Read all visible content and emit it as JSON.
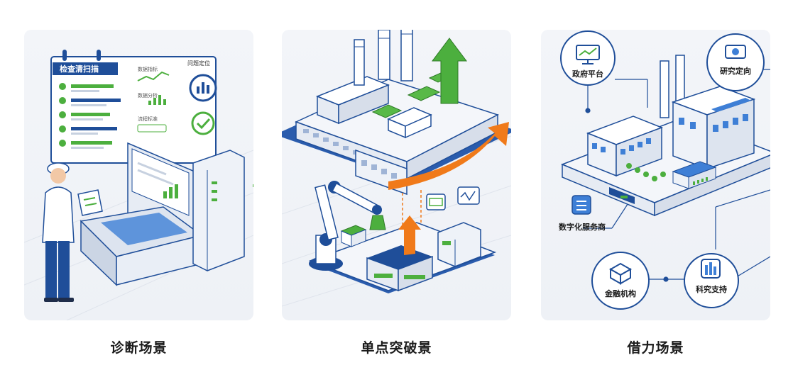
{
  "scenes": [
    {
      "caption": "诊断场景",
      "checklist_title": "检查清扫描",
      "metric_labels": [
        "数据指标",
        "数据分析",
        "流程标准"
      ],
      "locate_label": "问题定位"
    },
    {
      "caption": "单点突破景"
    },
    {
      "caption": "借力场景",
      "nodes": [
        "政府平台",
        "研究定向",
        "数字化服务商",
        "金融机构",
        "科究支持"
      ]
    }
  ],
  "colors": {
    "blue": "#1f4e99",
    "green": "#4caf3e",
    "orange": "#f07a1a"
  }
}
